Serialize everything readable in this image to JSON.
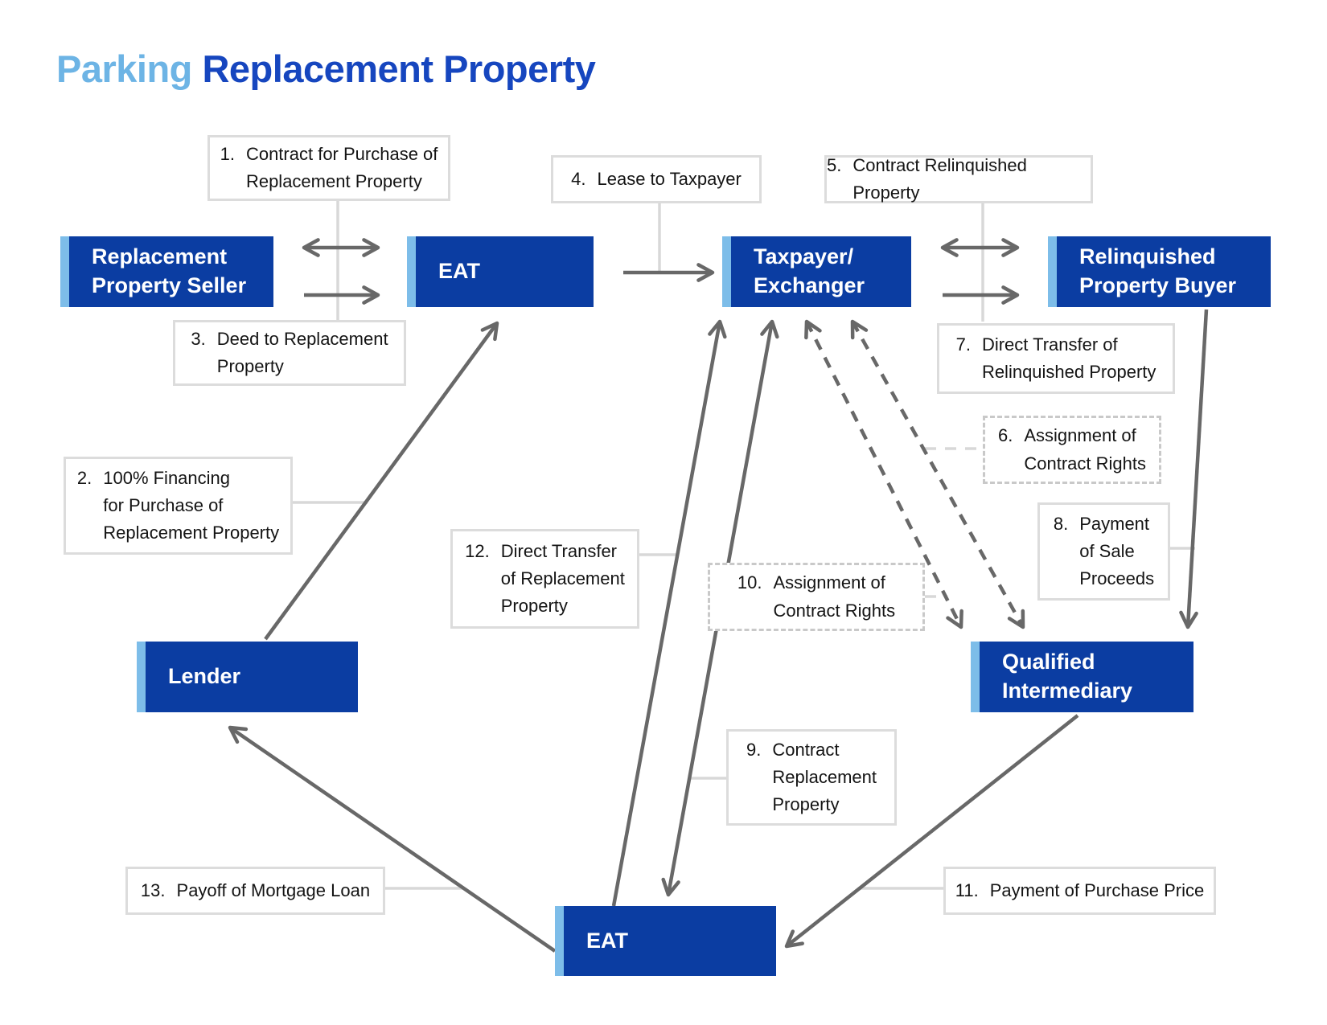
{
  "title": {
    "highlight": "Parking",
    "rest": " Replacement Property"
  },
  "colors": {
    "entity_fill": "#0b3da2",
    "entity_stripe": "#7dbde9",
    "title_highlight": "#6db4e5",
    "title_main": "#1646bf",
    "arrow_gray": "#686868",
    "connector_gray": "#d8d8d8",
    "label_border": "#dcdcdc"
  },
  "entities": {
    "seller": "Replacement\nProperty Seller",
    "eat_top": "EAT",
    "taxpayer": "Taxpayer/\nExchanger",
    "buyer": "Relinquished\nProperty Buyer",
    "lender": "Lender",
    "qi": "Qualified\nIntermediary",
    "eat_bottom": "EAT"
  },
  "steps": {
    "s1": {
      "num": "1.",
      "text": "Contract for Purchase of\nReplacement Property"
    },
    "s2": {
      "num": "2.",
      "text": "100% Financing\nfor Purchase of\nReplacement Property"
    },
    "s3": {
      "num": "3.",
      "text": "Deed to Replacement\nProperty"
    },
    "s4": {
      "num": "4.",
      "text": "Lease to Taxpayer"
    },
    "s5": {
      "num": "5.",
      "text": "Contract Relinquished Property"
    },
    "s6": {
      "num": "6.",
      "text": "Assignment of\nContract Rights"
    },
    "s7": {
      "num": "7.",
      "text": "Direct Transfer of\nRelinquished Property"
    },
    "s8": {
      "num": "8.",
      "text": "Payment\nof Sale\nProceeds"
    },
    "s9": {
      "num": "9.",
      "text": "Contract\nReplacement\nProperty"
    },
    "s10": {
      "num": "10.",
      "text": "Assignment of\nContract Rights"
    },
    "s11": {
      "num": "11.",
      "text": "Payment of Purchase Price"
    },
    "s12": {
      "num": "12.",
      "text": "Direct Transfer\nof Replacement\nProperty"
    },
    "s13": {
      "num": "13.",
      "text": "Payoff of Mortgage Loan"
    }
  },
  "connections": [
    {
      "step": "1",
      "from": "Replacement Property Seller",
      "to": "EAT",
      "style": "solid",
      "direction": "both"
    },
    {
      "step": "2",
      "from": "Lender",
      "to": "EAT",
      "style": "solid",
      "direction": "one-way"
    },
    {
      "step": "3",
      "from": "Replacement Property Seller",
      "to": "EAT",
      "style": "solid",
      "direction": "one-way"
    },
    {
      "step": "4",
      "from": "EAT",
      "to": "Taxpayer/Exchanger",
      "style": "solid",
      "direction": "one-way"
    },
    {
      "step": "5",
      "from": "Taxpayer/Exchanger",
      "to": "Relinquished Property Buyer",
      "style": "solid",
      "direction": "both"
    },
    {
      "step": "6",
      "from": "Taxpayer/Exchanger",
      "to": "Qualified Intermediary",
      "style": "dashed",
      "direction": "both"
    },
    {
      "step": "7",
      "from": "Taxpayer/Exchanger",
      "to": "Relinquished Property Buyer",
      "style": "solid",
      "direction": "one-way"
    },
    {
      "step": "8",
      "from": "Relinquished Property Buyer",
      "to": "Qualified Intermediary",
      "style": "solid",
      "direction": "one-way"
    },
    {
      "step": "9",
      "from": "Taxpayer/Exchanger",
      "to": "EAT",
      "style": "solid",
      "direction": "both"
    },
    {
      "step": "10",
      "from": "Taxpayer/Exchanger",
      "to": "Qualified Intermediary",
      "style": "dashed",
      "direction": "both"
    },
    {
      "step": "11",
      "from": "Qualified Intermediary",
      "to": "EAT",
      "style": "solid",
      "direction": "one-way"
    },
    {
      "step": "12",
      "from": "EAT",
      "to": "Taxpayer/Exchanger",
      "style": "solid",
      "direction": "one-way"
    },
    {
      "step": "13",
      "from": "EAT",
      "to": "Lender",
      "style": "solid",
      "direction": "one-way"
    }
  ]
}
